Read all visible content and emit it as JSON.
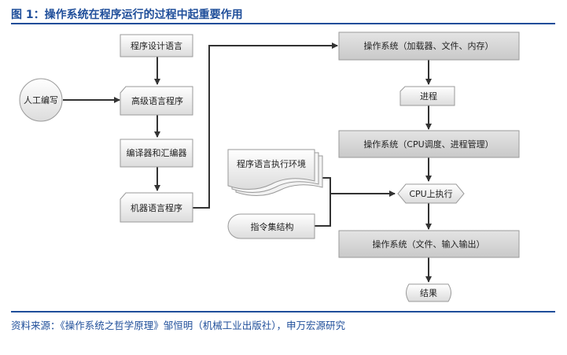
{
  "figure": {
    "title": "图 1：操作系统在程序运行的过程中起重要作用",
    "source": "资料来源：《操作系统之哲学原理》邹恒明（机械工业出版社），申万宏源研究"
  },
  "nodes": {
    "programming_language": "程序设计语言",
    "manual_coding": "人工编写",
    "high_level_program": "高级语言程序",
    "compiler_assembler": "编译器和汇编器",
    "machine_program": "机器语言程序",
    "runtime_env": "程序语言执行环境",
    "instruction_set": "指令集结构",
    "os_loader": "操作系统（加载器、文件、内存）",
    "process": "进程",
    "os_cpu": "操作系统（CPU调度、进程管理）",
    "cpu_exec": "CPU上执行",
    "os_io": "操作系统（文件、输入输出）",
    "result": "结果"
  },
  "colors": {
    "title_blue": "#1f4e9a",
    "box_gray": "#d9d9d9",
    "box_stroke": "#9a9a9a",
    "arrow": "#333333"
  }
}
